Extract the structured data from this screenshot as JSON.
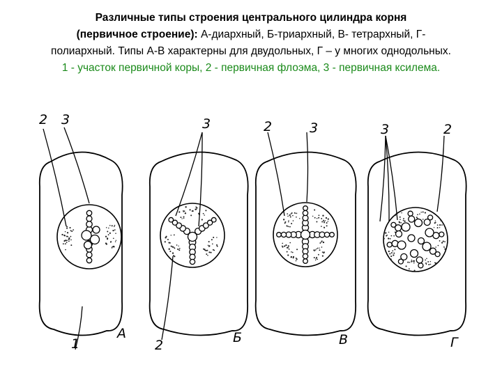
{
  "caption": {
    "title_line1": "Различные типы строения центрального цилиндра корня",
    "title_line2": "(первичное строение):",
    "desc_line2": " А-диархный, Б-триархный, В- тетрархный, Г-",
    "desc_line3": "полиархный. Типы А-В характерны для двудольных, Г – у многих однодольных.",
    "legend": "1 - участок первичной коры, 2 - первичная флоэма, 3 - первичная ксилема."
  },
  "diagram": {
    "panels": [
      {
        "letter": "А",
        "type": "diarch"
      },
      {
        "letter": "Б",
        "type": "triarch"
      },
      {
        "letter": "В",
        "type": "tetrarch"
      },
      {
        "letter": "Г",
        "type": "polyarch"
      }
    ],
    "labels": {
      "cortex": "1",
      "phloem": "2",
      "xylem": "3"
    }
  },
  "colors": {
    "text": "#000000",
    "legend": "#1a8a1a",
    "line": "#000000"
  }
}
